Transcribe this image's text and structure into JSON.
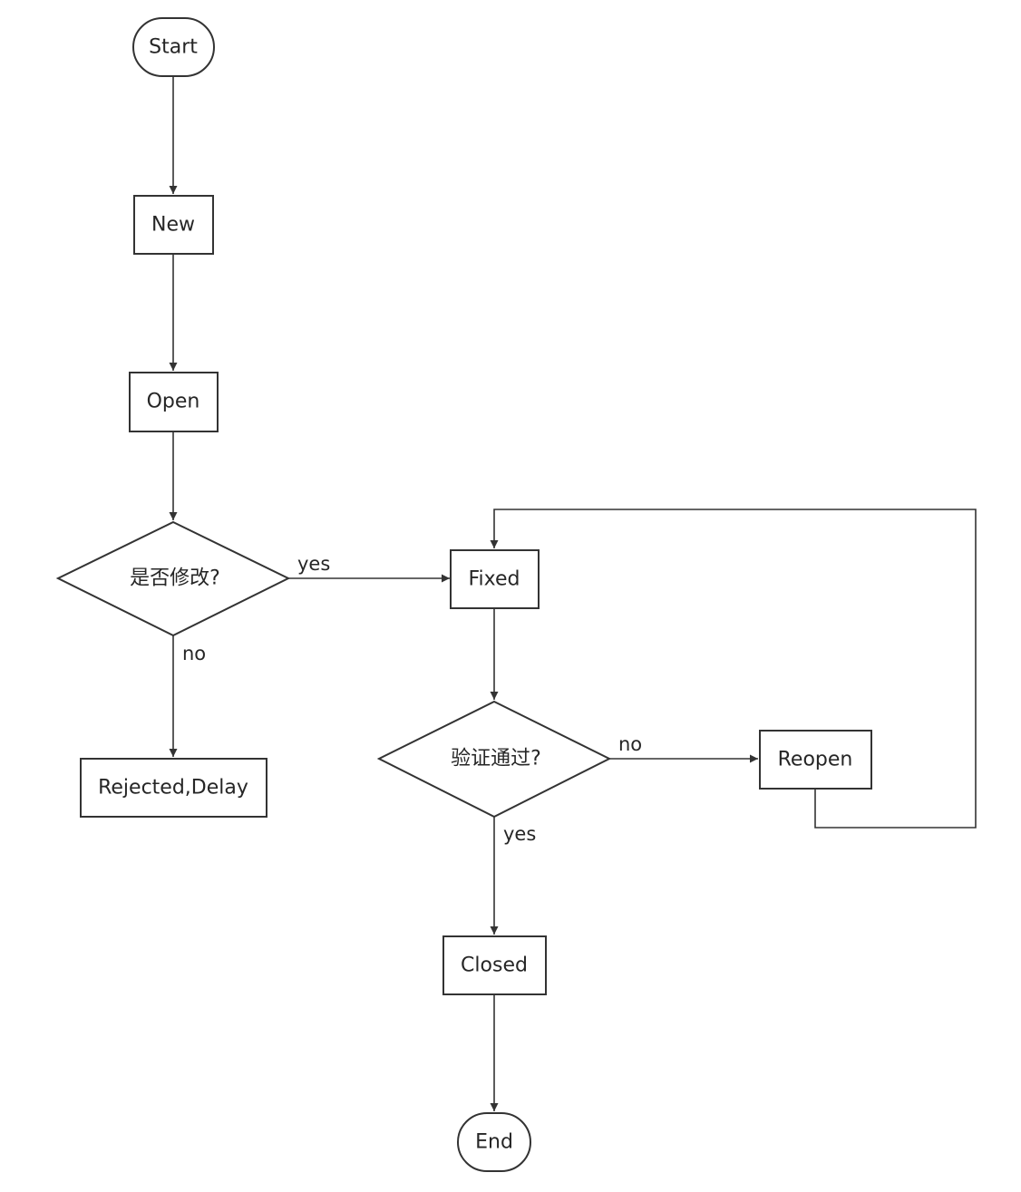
{
  "nodes": {
    "start": {
      "label": "Start",
      "shape": "terminal"
    },
    "new": {
      "label": "New",
      "shape": "process"
    },
    "open": {
      "label": "Open",
      "shape": "process"
    },
    "decision_modify": {
      "label": "是否修改?",
      "shape": "decision"
    },
    "rejected": {
      "label": "Rejected,Delay",
      "shape": "process"
    },
    "fixed": {
      "label": "Fixed",
      "shape": "process"
    },
    "decision_verify": {
      "label": "验证通过?",
      "shape": "decision"
    },
    "reopen": {
      "label": "Reopen",
      "shape": "process"
    },
    "closed": {
      "label": "Closed",
      "shape": "process"
    },
    "end": {
      "label": "End",
      "shape": "terminal"
    }
  },
  "edges": [
    {
      "from": "Start",
      "to": "New",
      "label": ""
    },
    {
      "from": "New",
      "to": "Open",
      "label": ""
    },
    {
      "from": "Open",
      "to": "是否修改?",
      "label": ""
    },
    {
      "from": "是否修改?",
      "to": "Fixed",
      "label": "yes"
    },
    {
      "from": "是否修改?",
      "to": "Rejected,Delay",
      "label": "no"
    },
    {
      "from": "Fixed",
      "to": "验证通过?",
      "label": ""
    },
    {
      "from": "验证通过?",
      "to": "Reopen",
      "label": "no"
    },
    {
      "from": "验证通过?",
      "to": "Closed",
      "label": "yes"
    },
    {
      "from": "Reopen",
      "to": "Fixed",
      "label": ""
    },
    {
      "from": "Closed",
      "to": "End",
      "label": ""
    }
  ],
  "edge_labels": {
    "modify_yes": "yes",
    "modify_no": "no",
    "verify_no": "no",
    "verify_yes": "yes"
  },
  "colors": {
    "stroke": "#333333",
    "text": "#262626",
    "background": "#ffffff"
  }
}
